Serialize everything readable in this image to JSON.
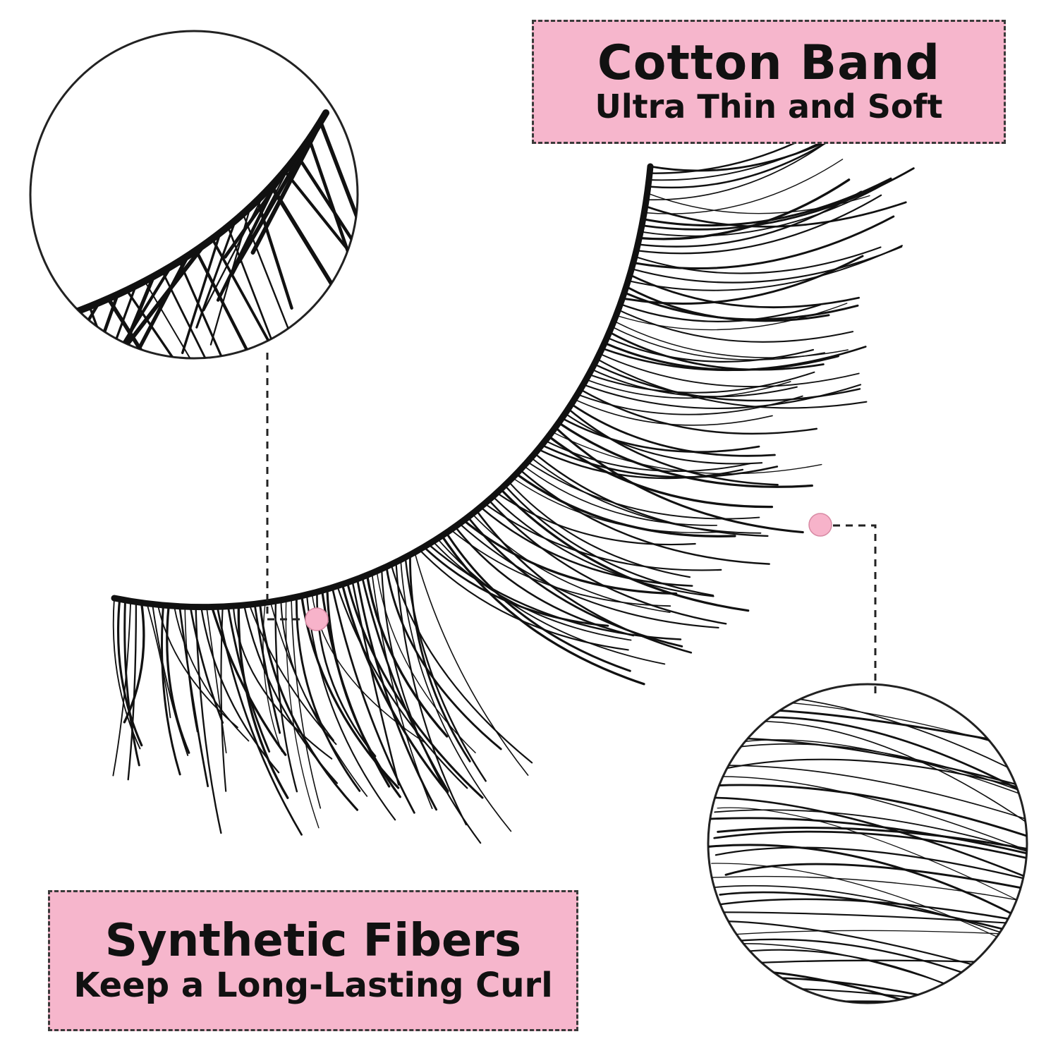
{
  "colors": {
    "label_fill": "#f6b6cc",
    "marker_fill": "#f7b3ca",
    "lash": "#111111",
    "text": "#111111"
  },
  "labels": {
    "band": {
      "title": "Cotton Band",
      "subtitle": "Ultra Thin and Soft"
    },
    "fibers": {
      "title": "Synthetic Fibers",
      "subtitle": "Keep a Long-Lasting Curl"
    }
  }
}
